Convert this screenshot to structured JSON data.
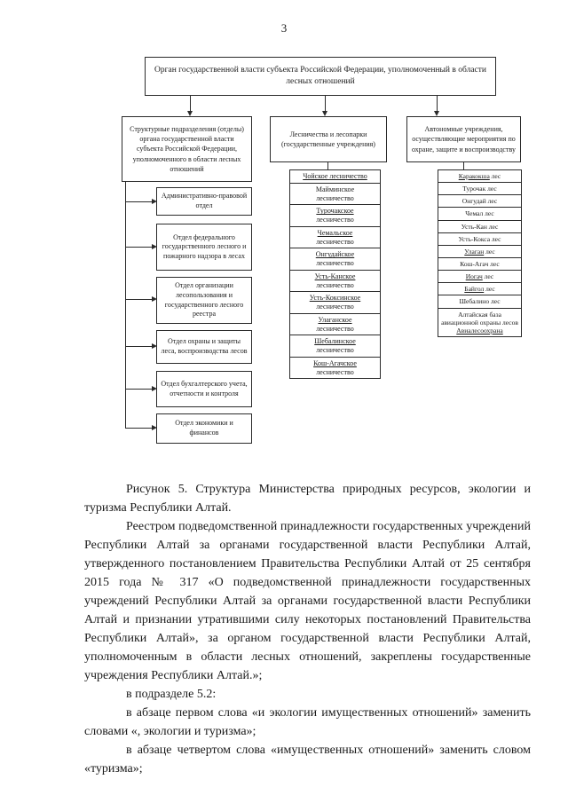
{
  "page_number": "3",
  "diagram": {
    "root_label": "Орган государственной власти субъекта Российской Федерации, уполномоченный в области лесных отношений",
    "branch_departments_title": "Структурные подразделения (отделы) органа государственной власти субъекта Российской Федерации, уполномоченного в области лесных отношений",
    "branch_forestries_title": "Лесничества и лесопарки (государственные учреждения)",
    "branch_autonomous_title": "Автономные учреждения, осуществляющие мероприятия по охране, защите и воспроизводству",
    "departments": [
      "Административно-правовой отдел",
      "Отдел федерального государственного лесного и пожарного надзора в лесах",
      "Отдел организации лесопользования и государственного лесного реестра",
      "Отдел охраны и защиты леса, воспроизводства лесов",
      "Отдел бухгалтерского учета, отчетности и контроля",
      "Отдел экономики и финансов"
    ],
    "forestries": [
      {
        "name": "Чойское",
        "type": "лесничество"
      },
      {
        "name": "Майминское",
        "type": "лесничество"
      },
      {
        "name": "Турочакское",
        "type": "лесничество"
      },
      {
        "name": "Чемальское",
        "type": "лесничество"
      },
      {
        "name": "Онгудайское",
        "type": "лесничество"
      },
      {
        "name": "Усть-Канское",
        "type": "лесничество"
      },
      {
        "name": "Усть-Коксинское",
        "type": "лесничество"
      },
      {
        "name": "Улаганское",
        "type": "лесничество"
      },
      {
        "name": "Шебалинское",
        "type": "лесничество"
      },
      {
        "name": "Кош-Агачское",
        "type": "лесничество"
      }
    ],
    "autonomous": [
      {
        "name": "Каракокша",
        "suffix": "лес"
      },
      {
        "name": "Турочак",
        "suffix": "лес"
      },
      {
        "name": "Онгудай",
        "suffix": "лес"
      },
      {
        "name": "Чемал",
        "suffix": "лес"
      },
      {
        "name": "Усть-Кан",
        "suffix": "лес"
      },
      {
        "name": "Усть-Кокса",
        "suffix": "лес"
      },
      {
        "name": "Улаган",
        "suffix": "лес"
      },
      {
        "name": "Кош-Агач",
        "suffix": "лес"
      },
      {
        "name": "Иогач",
        "suffix": "лес"
      },
      {
        "name": "Байгол",
        "suffix": "лес"
      },
      {
        "name": "Шебалино",
        "suffix": "лес"
      },
      {
        "prefix": "Алтайская база авиационной охраны лесов",
        "name": "Авиалесоохрана"
      }
    ]
  },
  "text": {
    "caption": "Рисунок 5. Структура Министерства природных ресурсов, экологии и туризма Республики Алтай.",
    "paragraph_registry": "Реестром подведомственной принадлежности государственных учреждений Республики Алтай за органами государственной власти Республики Алтай, утвержденного постановлением Правительства Республики Алтай от 25 сентября 2015 года № 317 «О подведомственной принадлежности государственных учреждений Республики Алтай за органами государственной власти Республики Алтай и признании утратившими силу некоторых постановлений Правительства Республики Алтай», за органом государственной власти Республики Алтай, уполномоченным в области лесных отношений, закреплены государственные учреждения Республики Алтай.»;",
    "paragraph_subsection": "в подразделе 5.2:",
    "paragraph_first_abzac": "в абзаце первом слова «и экологии имущественных отношений» заменить словами «, экологии и туризма»;",
    "paragraph_fourth_abzac": "в абзаце четвертом слова «имущественных отношений» заменить словом «туризма»;"
  }
}
